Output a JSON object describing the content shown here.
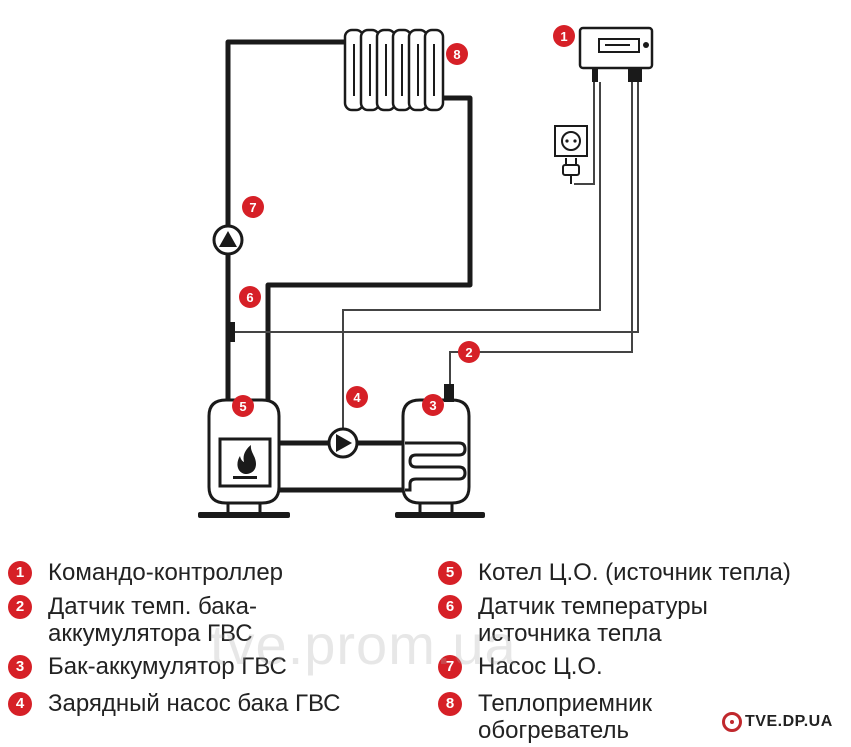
{
  "colors": {
    "badge": "#d62027",
    "line": "#1a1a1a",
    "wire": "#444444"
  },
  "badges": [
    "1",
    "2",
    "3",
    "4",
    "5",
    "6",
    "7",
    "8"
  ],
  "legend": [
    {
      "num": "1",
      "text": "Командо-контроллер"
    },
    {
      "num": "2",
      "text": "Датчик темп. бака-\nаккумулятора ГВС"
    },
    {
      "num": "3",
      "text": "Бак-аккумулятор ГВС"
    },
    {
      "num": "4",
      "text": "Зарядный насос бака ГВС"
    },
    {
      "num": "5",
      "text": "Котел Ц.О. (источник тепла)"
    },
    {
      "num": "6",
      "text": "Датчик температуры\nисточника тепла"
    },
    {
      "num": "7",
      "text": "Насос Ц.О."
    },
    {
      "num": "8",
      "text": "Теплоприемник\nобогреватель"
    }
  ],
  "watermark": "tve.prom.ua",
  "logo": {
    "text": "TVE.DP.UA"
  },
  "icons": [
    "controller-icon",
    "socket-icon",
    "plug-icon",
    "radiator-icon",
    "pump-icon",
    "boiler-icon",
    "flame-icon",
    "tank-icon",
    "coil-icon",
    "sensor-icon"
  ]
}
